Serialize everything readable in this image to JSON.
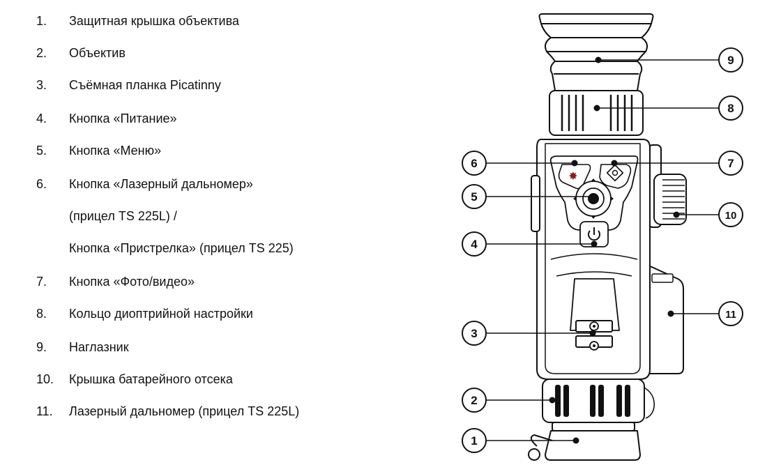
{
  "legend": [
    {
      "num": "1.",
      "text": "Защитная крышка объектива"
    },
    {
      "num": "2.",
      "text": "Объектив"
    },
    {
      "num": "3.",
      "text": "Съёмная планка Picatinny"
    },
    {
      "num": "4.",
      "text": "Кнопка «Питание»"
    },
    {
      "num": "5.",
      "text": "Кнопка «Меню»"
    },
    {
      "num": "6.",
      "text": "Кнопка «Лазерный дальномер»"
    },
    {
      "num": "",
      "text": "(прицел TS 225L) /"
    },
    {
      "num": "",
      "text": "Кнопка «Пристрелка» (прицел TS 225)"
    },
    {
      "num": "7.",
      "text": "Кнопка «Фото/видео»"
    },
    {
      "num": "8.",
      "text": "Кольцо диоптрийной настройки"
    },
    {
      "num": "9.",
      "text": "Наглазник"
    },
    {
      "num": "10.",
      "text": "Крышка батарейного отсека"
    },
    {
      "num": "11.",
      "text": "Лазерный дальномер (прицел TS 225L)"
    }
  ],
  "callouts": [
    "1",
    "2",
    "3",
    "4",
    "5",
    "6",
    "7",
    "8",
    "9",
    "10",
    "11"
  ],
  "colors": {
    "line": "#111111",
    "accent": "#8b1a1a"
  }
}
